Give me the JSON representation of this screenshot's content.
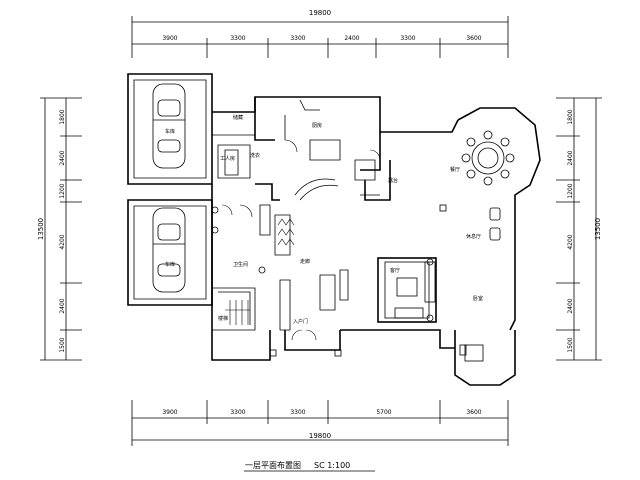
{
  "title": "一层平面布置图",
  "scale": "SC 1:100",
  "dims": {
    "top_total": "19800",
    "top_segments": [
      "3900",
      "3300",
      "3300",
      "2400",
      "3300",
      "3600"
    ],
    "bottom_segments": [
      "3900",
      "3300",
      "3300",
      "5700",
      "3600"
    ],
    "bottom_total": "19800",
    "left_segments": [
      "1800",
      "2400",
      "1200",
      "4200",
      "2400",
      "1500"
    ],
    "left_total": "13500",
    "right_segments": [
      "1800",
      "2400",
      "1200",
      "4200",
      "2400",
      "1500"
    ],
    "right_total": "13500"
  },
  "rooms": {
    "garage_1": "车库",
    "garage_2": "车库",
    "room_a": "储藏",
    "room_b": "工人房",
    "room_c": "洗衣",
    "kitchen": "厨房",
    "dining": "餐厅",
    "deck": "露台",
    "lounge": "休息厅",
    "living": "客厅",
    "bedroom": "卧室",
    "corridor": "走廊",
    "toilet": "卫生间",
    "stair": "楼梯",
    "entrance": "入户门"
  },
  "colors": {
    "line": "#000000",
    "bg": "#ffffff"
  }
}
